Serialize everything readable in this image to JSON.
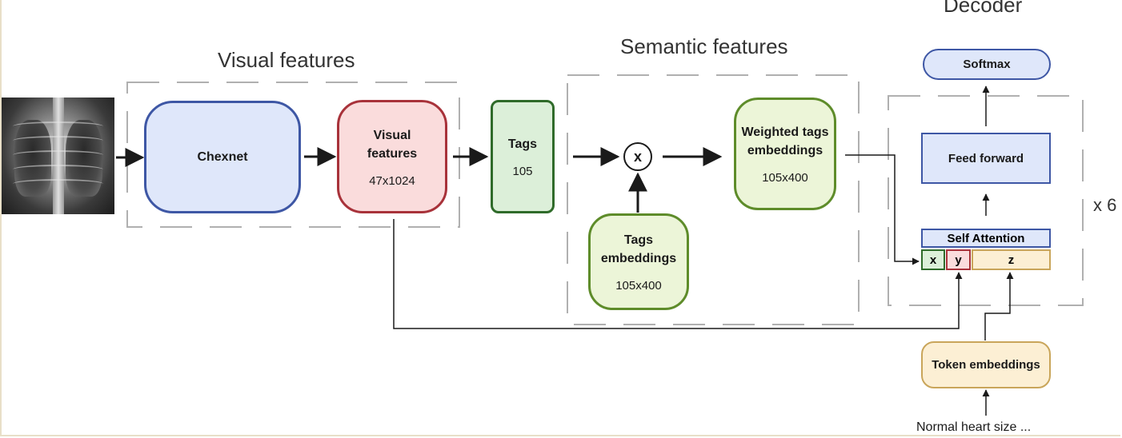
{
  "titles": {
    "visual": "Visual features",
    "semantic": "Semantic features",
    "decoder": "Decoder"
  },
  "nodes": {
    "chexnet": {
      "label": "Chexnet"
    },
    "visual_features": {
      "label": "Visual features",
      "dims": "47x1024"
    },
    "tags": {
      "label": "Tags",
      "dims": "105"
    },
    "multiply": {
      "label": "x"
    },
    "tags_embeddings": {
      "label": "Tags embeddings",
      "dims": "105x400"
    },
    "weighted_tags_embeddings": {
      "label": "Weighted tags embeddings",
      "dims": "105x400"
    },
    "softmax": {
      "label": "Softmax"
    },
    "feed_forward": {
      "label": "Feed forward"
    },
    "self_attention": {
      "label": "Self Attention"
    },
    "input_x": {
      "label": "x"
    },
    "input_y": {
      "label": "y"
    },
    "input_z": {
      "label": "z"
    },
    "token_embeddings": {
      "label": "Token embeddings"
    }
  },
  "repeat": "x 6",
  "input_text": "Normal heart size ...",
  "colors": {
    "blue_fill": "#dfe7fa",
    "blue_border": "#3e57a5",
    "red_fill": "#fadcdc",
    "red_border": "#a8323a",
    "green_fill": "#dcefd9",
    "green_border": "#2f6b2a",
    "lime_fill": "#ecf5d8",
    "lime_border": "#5e8c2a",
    "tan_fill": "#fcefd4",
    "tan_border": "#c9a55a"
  }
}
